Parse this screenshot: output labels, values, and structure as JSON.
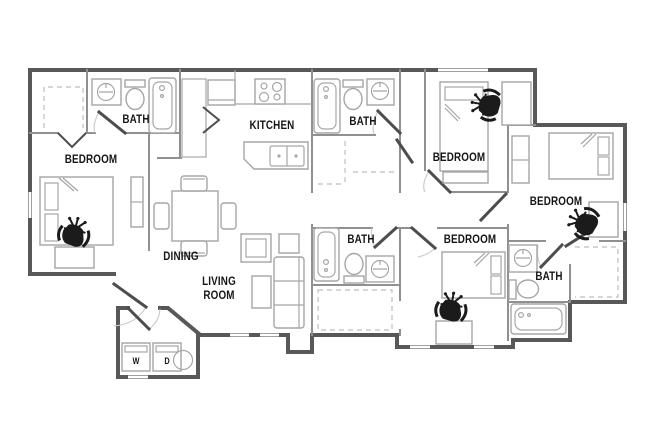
{
  "labels": {
    "bath_top_left": "BATH",
    "bedroom_left": "BEDROOM",
    "kitchen": "KITCHEN",
    "bath_top_middle": "BATH",
    "bedroom_top_right": "BEDROOM",
    "bedroom_right": "BEDROOM",
    "dining": "DINING",
    "living_room": "LIVING\nROOM",
    "bath_middle": "BATH",
    "bedroom_bottom": "BEDROOM",
    "bath_bottom_right": "BATH",
    "washer": "W",
    "dryer": "D"
  },
  "colors": {
    "background": "#ffffff",
    "wall_outer": "#585858",
    "wall_inner": "#909090",
    "fixture": "#a6a6a6",
    "dashed": "#bdbdbd",
    "door_leaf": "#4d4d4d",
    "door_arc": "#cccccc",
    "label_text": "#151515",
    "chair": "#1b1b1b"
  }
}
